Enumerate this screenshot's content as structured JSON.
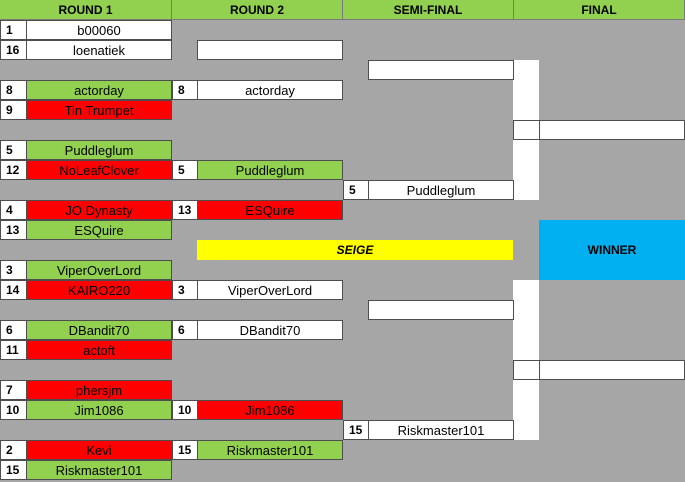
{
  "headers": {
    "round1": "ROUND 1",
    "round2": "ROUND 2",
    "semi": "SEMI-FINAL",
    "final": "FINAL"
  },
  "round1": [
    {
      "seed": "1",
      "name": "b00060",
      "status": "white"
    },
    {
      "seed": "16",
      "name": "loenatiek",
      "status": "white"
    },
    {
      "seed": "8",
      "name": "actorday",
      "status": "green"
    },
    {
      "seed": "9",
      "name": "Tin Trumpet",
      "status": "red"
    },
    {
      "seed": "5",
      "name": "Puddleglum",
      "status": "green"
    },
    {
      "seed": "12",
      "name": "NoLeafClover",
      "status": "red"
    },
    {
      "seed": "4",
      "name": "JO Dynasty",
      "status": "red"
    },
    {
      "seed": "13",
      "name": "ESQuire",
      "status": "green"
    },
    {
      "seed": "3",
      "name": "ViperOverLord",
      "status": "green"
    },
    {
      "seed": "14",
      "name": "KAIRO220",
      "status": "red"
    },
    {
      "seed": "6",
      "name": "DBandit70",
      "status": "green"
    },
    {
      "seed": "11",
      "name": "actoft",
      "status": "red"
    },
    {
      "seed": "7",
      "name": "phersjm",
      "status": "red"
    },
    {
      "seed": "10",
      "name": "Jim1086",
      "status": "green"
    },
    {
      "seed": "2",
      "name": "Kevi",
      "status": "red"
    },
    {
      "seed": "15",
      "name": "Riskmaster101",
      "status": "green"
    }
  ],
  "round2": [
    {
      "seed": "",
      "name": "",
      "status": "white"
    },
    {
      "seed": "8",
      "name": "actorday",
      "status": "white"
    },
    {
      "seed": "5",
      "name": "Puddleglum",
      "status": "green"
    },
    {
      "seed": "13",
      "name": "ESQuire",
      "status": "red"
    },
    {
      "seed": "3",
      "name": "ViperOverLord",
      "status": "white"
    },
    {
      "seed": "6",
      "name": "DBandit70",
      "status": "white"
    },
    {
      "seed": "10",
      "name": "Jim1086",
      "status": "red"
    },
    {
      "seed": "15",
      "name": "Riskmaster101",
      "status": "green"
    }
  ],
  "semi": [
    {
      "seed": "",
      "name": "",
      "status": "white"
    },
    {
      "seed": "5",
      "name": "Puddleglum",
      "status": "white"
    },
    {
      "seed": "",
      "name": "",
      "status": "white"
    },
    {
      "seed": "15",
      "name": "Riskmaster101",
      "status": "white"
    }
  ],
  "final": [
    {
      "seed": "",
      "name": "",
      "status": "white"
    },
    {
      "seed": "",
      "name": "",
      "status": "white"
    }
  ],
  "seige_label": "SEIGE",
  "winner_label": "WINNER",
  "colors": {
    "green": "#92d050",
    "red": "#ff0000",
    "white": "#ffffff",
    "yellow": "#ffff00",
    "blue": "#00b0f0",
    "background": "#a6a6a6"
  }
}
